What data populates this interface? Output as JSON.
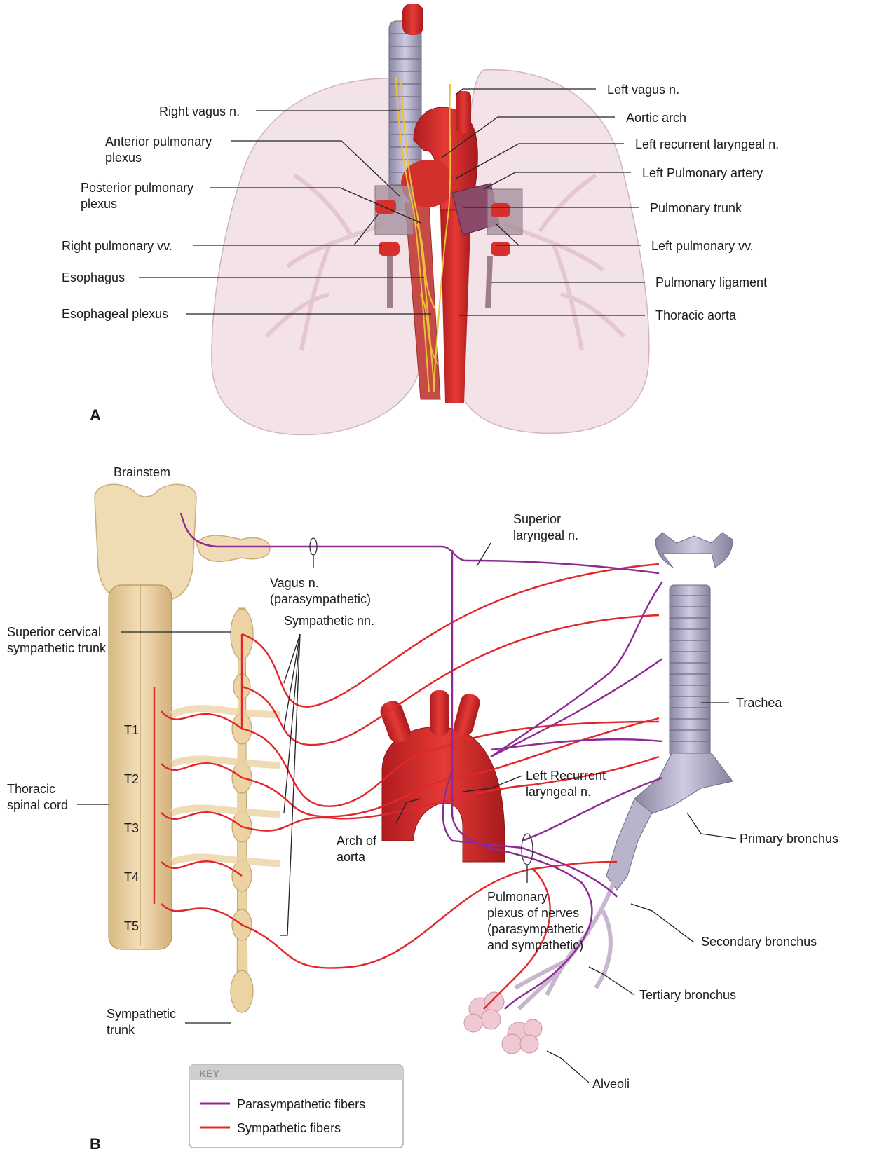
{
  "panel_a": {
    "letter": "A",
    "labels": {
      "right_vagus": "Right vagus n.",
      "anterior_pulmonary_plexus_1": "Anterior pulmonary",
      "anterior_pulmonary_plexus_2": "plexus",
      "posterior_pulmonary_plexus_1": "Posterior pulmonary",
      "posterior_pulmonary_plexus_2": "plexus",
      "right_pulmonary_vv": "Right pulmonary vv.",
      "esophagus": "Esophagus",
      "esophageal_plexus": "Esophageal plexus",
      "left_vagus": "Left vagus n.",
      "aortic_arch": "Aortic arch",
      "left_recurrent_laryngeal": "Left recurrent laryngeal n.",
      "left_pulmonary_artery": "Left Pulmonary artery",
      "pulmonary_trunk": "Pulmonary trunk",
      "left_pulmonary_vv": "Left pulmonary vv.",
      "pulmonary_ligament": "Pulmonary ligament",
      "thoracic_aorta": "Thoracic aorta"
    }
  },
  "panel_b": {
    "letter": "B",
    "labels": {
      "brainstem": "Brainstem",
      "superior_laryngeal_1": "Superior",
      "superior_laryngeal_2": "laryngeal n.",
      "vagus_1": "Vagus n.",
      "vagus_2": "(parasympathetic)",
      "sympathetic_nn": "Sympathetic nn.",
      "superior_cervical_1": "Superior cervical",
      "superior_cervical_2": "sympathetic trunk",
      "thoracic_cord_1": "Thoracic",
      "thoracic_cord_2": "spinal cord",
      "sympathetic_trunk_1": "Sympathetic",
      "sympathetic_trunk_2": "trunk",
      "trachea": "Trachea",
      "left_recurrent_1": "Left Recurrent",
      "left_recurrent_2": "laryngeal n.",
      "arch_aorta_1": "Arch of",
      "arch_aorta_2": "aorta",
      "primary_bronchus": "Primary bronchus",
      "secondary_bronchus": "Secondary bronchus",
      "tertiary_bronchus": "Tertiary bronchus",
      "pulmonary_plexus_1": "Pulmonary",
      "pulmonary_plexus_2": "plexus of nerves",
      "pulmonary_plexus_3": "(parasympathetic",
      "pulmonary_plexus_4": "and sympathetic)",
      "alveoli": "Alveoli"
    },
    "segments": [
      "T1",
      "T2",
      "T3",
      "T4",
      "T5"
    ]
  },
  "key": {
    "title": "KEY",
    "items": [
      {
        "label": "Parasympathetic fibers",
        "color": "#8e2a96"
      },
      {
        "label": "Sympathetic fibers",
        "color": "#e3262b"
      }
    ]
  },
  "colors": {
    "lung": "#f2dfe4",
    "artery": "#d42a2a",
    "trachea": "#a9a4bd",
    "spinal_cord": "#ecd3a4",
    "brainstem": "#f0dcb4"
  }
}
